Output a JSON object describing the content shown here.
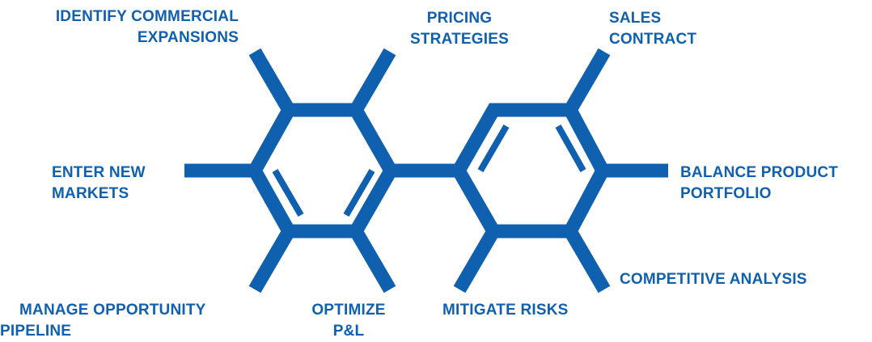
{
  "colors": {
    "accent": "#1060b0",
    "background": "#ffffff"
  },
  "labels": {
    "identify_commercial": {
      "line1": "IDENTIFY COMMERCIAL",
      "line2": "EXPANSIONS"
    },
    "pricing_strategies": {
      "line1": "PRICING",
      "line2": "STRATEGIES"
    },
    "sales_contract": {
      "line1": "SALES",
      "line2": "CONTRACT"
    },
    "enter_new_markets": {
      "line1": "ENTER NEW",
      "line2": "MARKETS"
    },
    "balance_product": {
      "line1": "BALANCE PRODUCT",
      "line2": "PORTFOLIO"
    },
    "competitive_analysis": {
      "line1": "COMPETITIVE ANALYSIS"
    },
    "manage_opportunity": {
      "line1": "MANAGE OPPORTUNITY",
      "line2": "PIPELINE"
    },
    "optimize_pl": {
      "line1": "OPTIMIZE",
      "line2": "P&L"
    },
    "mitigate_risks": {
      "line1": "MITIGATE RISKS"
    }
  }
}
